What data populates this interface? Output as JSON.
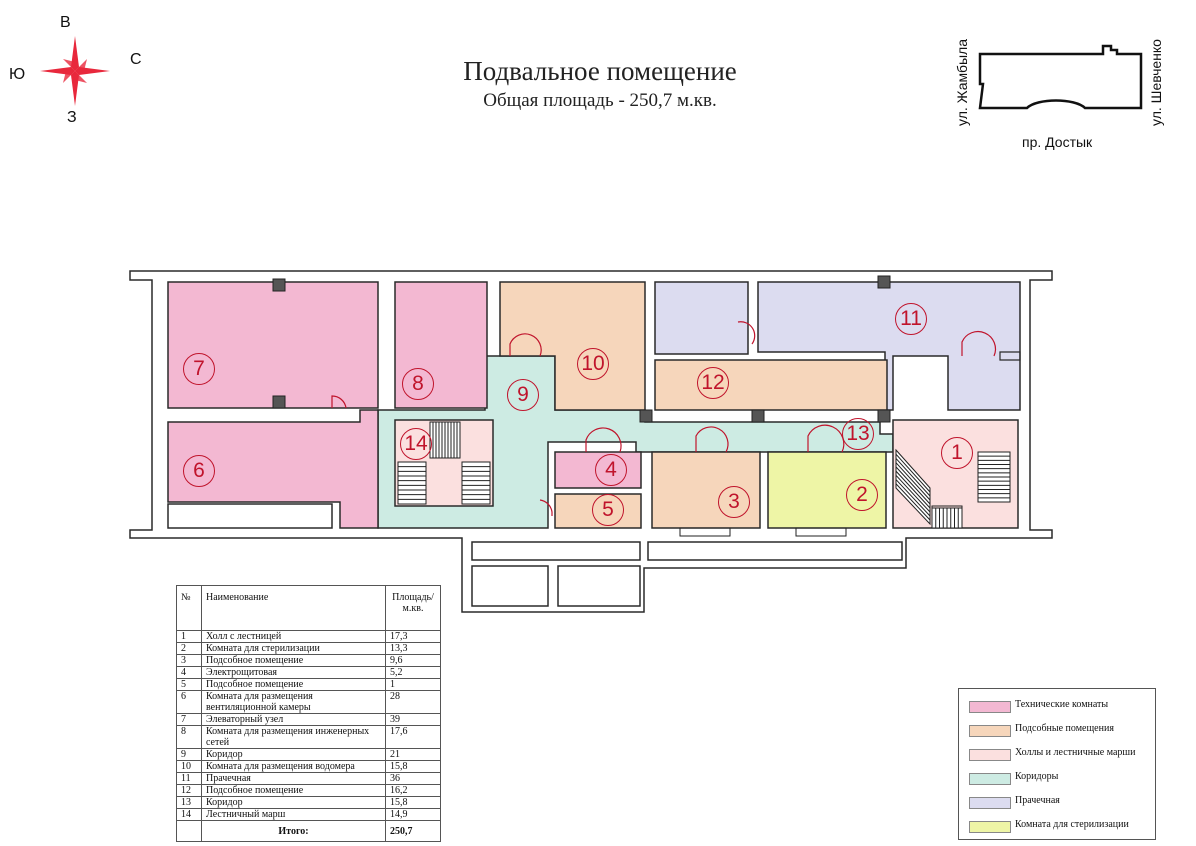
{
  "header": {
    "title": "Подвальное помещение",
    "subtitle": "Общая площадь - 250,7 м.кв."
  },
  "compass": {
    "north": "В",
    "south": "З",
    "west": "Ю",
    "east": "С",
    "color": "#e8283c"
  },
  "location": {
    "street_left": "ул. Жамбыла",
    "street_right": "ул. Шевченко",
    "street_bottom": "пр. Достык"
  },
  "rooms": [
    {
      "num": "1",
      "category": "halls"
    },
    {
      "num": "2",
      "category": "sterilization"
    },
    {
      "num": "3",
      "category": "auxiliary"
    },
    {
      "num": "4",
      "category": "technical"
    },
    {
      "num": "5",
      "category": "auxiliary"
    },
    {
      "num": "6",
      "category": "technical"
    },
    {
      "num": "7",
      "category": "technical"
    },
    {
      "num": "8",
      "category": "technical"
    },
    {
      "num": "9",
      "category": "corridors"
    },
    {
      "num": "10",
      "category": "auxiliary"
    },
    {
      "num": "11",
      "category": "laundry"
    },
    {
      "num": "12",
      "category": "auxiliary"
    },
    {
      "num": "13",
      "category": "corridors"
    },
    {
      "num": "14",
      "category": "halls"
    }
  ],
  "table": {
    "headers": [
      "№",
      "Наименование",
      "Площадь/ м.кв."
    ],
    "rows": [
      [
        "1",
        "Холл с лестницей",
        "17,3"
      ],
      [
        "2",
        "Комната для стерилизации",
        "13,3"
      ],
      [
        "3",
        "Подсобное помещение",
        "9,6"
      ],
      [
        "4",
        "Электрощитовая",
        "5,2"
      ],
      [
        "5",
        "Подсобное помещение",
        "1"
      ],
      [
        "6",
        "Комната для размещения вентиляционной камеры",
        "28"
      ],
      [
        "7",
        "Элеваторный узел",
        "39"
      ],
      [
        "8",
        "Комната для размещения инженерных сетей",
        "17,6"
      ],
      [
        "9",
        "Коридор",
        "21"
      ],
      [
        "10",
        "Комната для размещения водомера",
        "15,8"
      ],
      [
        "11",
        "Прачечная",
        "36"
      ],
      [
        "12",
        "Подсобное помещение",
        "16,2"
      ],
      [
        "13",
        "Коридор",
        "15,8"
      ],
      [
        "14",
        "Лестничный марш",
        "14,9"
      ]
    ],
    "total_label": "Итого:",
    "total_value": "250,7"
  },
  "legend": [
    {
      "label": "Технические комнаты",
      "color": "#f3b8d2"
    },
    {
      "label": "Подсобные помещения",
      "color": "#f6d6bb"
    },
    {
      "label": "Холлы и лестничные марши",
      "color": "#fbe0df"
    },
    {
      "label": "Коридоры",
      "color": "#cdebe3"
    },
    {
      "label": "Прачечная",
      "color": "#dcdcf0"
    },
    {
      "label": "Комната для стерилизации",
      "color": "#eef5a6"
    }
  ],
  "colors": {
    "technical": "#f3b8d2",
    "auxiliary": "#f6d6bb",
    "halls": "#fbe0df",
    "corridors": "#cdebe3",
    "laundry": "#dcdcf0",
    "sterilization": "#eef5a6",
    "wall": "#2a2a2a",
    "number": "#c0142c"
  }
}
